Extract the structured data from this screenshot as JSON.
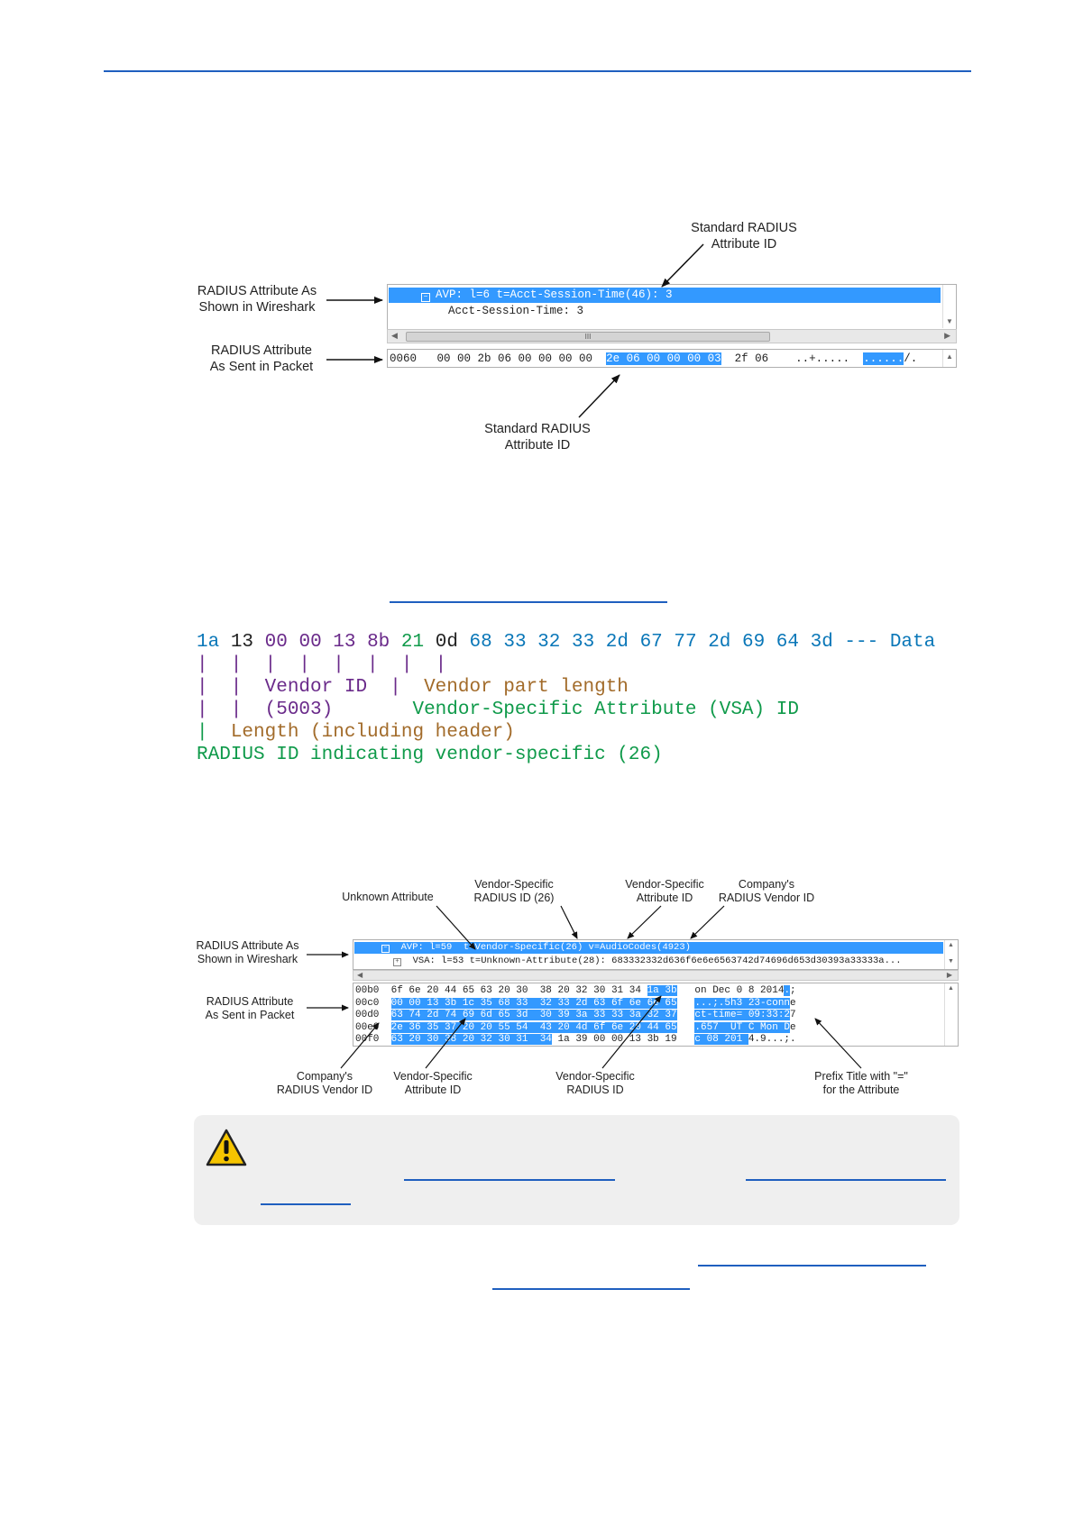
{
  "fig1": {
    "label_top": [
      "Standard RADIUS",
      "Attribute ID"
    ],
    "label_shown": [
      "RADIUS Attribute As",
      "Shown in Wireshark"
    ],
    "label_sent": [
      "RADIUS Attribute",
      "As Sent in Packet"
    ],
    "label_bottom": [
      "Standard RADIUS",
      "Attribute ID"
    ],
    "tree_row1": "AVP: l=6  t=Acct-Session-Time(46): 3",
    "tree_row2": "Acct-Session-Time: 3",
    "scroll_thumb": "III",
    "hex_offset": "0060",
    "hex_pre": "00 00 2b 06 00 00 00 00",
    "hex_hl": "2e 06 00 00 00 03",
    "hex_post": "2f 06",
    "ascii_pre": "..+.....",
    "ascii_hl": "......",
    "ascii_post": "/."
  },
  "code_block": {
    "line1": [
      {
        "t": "1a",
        "c": "blue"
      },
      {
        "t": " "
      },
      {
        "t": "13",
        "c": "black"
      },
      {
        "t": " "
      },
      {
        "t": "00 00 13 8b",
        "c": "purple"
      },
      {
        "t": " "
      },
      {
        "t": "21",
        "c": "green"
      },
      {
        "t": " "
      },
      {
        "t": "0d",
        "c": "black"
      },
      {
        "t": " "
      },
      {
        "t": "68 33 32 33 2d 67 77 2d 69 64 3d --- Data",
        "c": "blue"
      }
    ],
    "line2": "|  |  |  |  |  |  |  |",
    "line3_pipes": "|  |  ",
    "line3_vendor": "Vendor ID",
    "line3_sep": "  |  ",
    "line3_vpl": "Vendor part length",
    "line4_pipes": "|  |  ",
    "line4_num": "(5003)",
    "line4_vsa": "Vendor-Specific Attribute (VSA) ID",
    "line5_pipe": "|  ",
    "line5_len": "Length (including header)",
    "line6": "RADIUS ID indicating vendor-specific (26)"
  },
  "fig2": {
    "unknown_attr": "Unknown Attribute",
    "vs_radius_top": [
      "Vendor-Specific",
      "RADIUS ID (26)"
    ],
    "vs_attr_top": [
      "Vendor-Specific",
      "Attribute ID"
    ],
    "company_top": [
      "Company's",
      "RADIUS Vendor ID"
    ],
    "shown": [
      "RADIUS Attribute As",
      "Shown in Wireshark"
    ],
    "sent": [
      "RADIUS Attribute",
      "As Sent in Packet"
    ],
    "company_bottom": [
      "Company's",
      "RADIUS Vendor ID"
    ],
    "vs_attr_bottom": [
      "Vendor-Specific",
      "Attribute ID"
    ],
    "vs_radius_bottom": [
      "Vendor-Specific",
      "RADIUS ID"
    ],
    "prefix": [
      "Prefix Title with \"=\"",
      "for the Attribute"
    ],
    "tree_row1": "AVP: l=59  t=Vendor-Specific(26) v=AudioCodes(4923)",
    "tree_row2": "VSA: l=53 t=Unknown-Attribute(28): 683332332d636f6e6e6563742d74696d653d30393a33333a...",
    "hex_lines": [
      {
        "off": "00b0",
        "hex": "6f 6e 20 44 65 63 20 30  38 20 32 30 31 34 1a 3b",
        "ascii": "on Dec 0 8 2014.;"
      },
      {
        "off": "00c0",
        "hex": "00 00 13 3b 1c 35 68 33  32 33 2d 63 6f 6e 6e 65",
        "ascii": "...;.5h3 23-conne"
      },
      {
        "off": "00d0",
        "hex": "63 74 2d 74 69 6d 65 3d  30 39 3a 33 33 3a 32 37",
        "ascii": "ct-time= 09:33:27"
      },
      {
        "off": "00e0",
        "hex": "2e 36 35 37 20 20 55 54  43 20 4d 6f 6e 20 44 65",
        "ascii": ".657  UT C Mon De"
      },
      {
        "off": "00f0",
        "hex": "63 20 30 38 20 32 30 31  34 1a 39 00 00 13 3b 19",
        "ascii": "c 08 201 4.9...;."
      }
    ]
  },
  "icons": {
    "warning": "warning-icon"
  },
  "colors": {
    "accent": "#1f5fbf",
    "highlight": "#3399ff"
  }
}
